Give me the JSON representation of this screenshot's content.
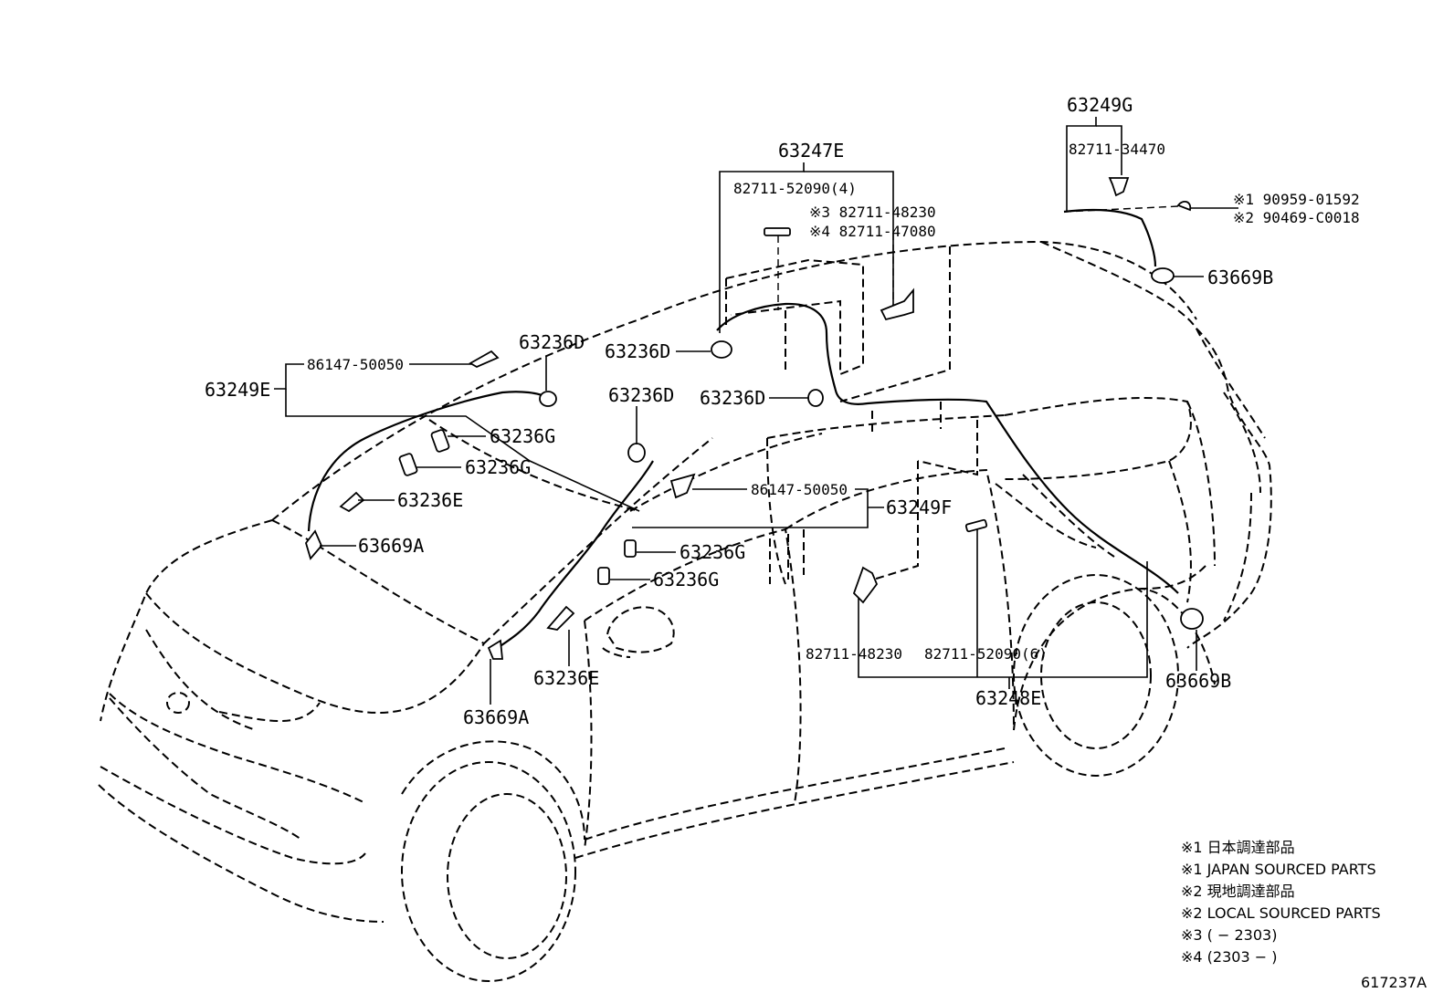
{
  "diagram_id": "617237A",
  "groups": {
    "g_63247E": "63247E",
    "g_63249G": "63249G",
    "g_63249E": "63249E",
    "g_63249F": "63249F",
    "g_63248E": "63248E"
  },
  "parts": {
    "p_82711_52090_4": "82711-52090(4)",
    "p_82711_48230_note3": "※3 82711-48230",
    "p_82711_47080_note4": "※4 82711-47080",
    "p_82711_34470": "82711-34470",
    "p_90959_01592": "※1 90959-01592",
    "p_90469_C0018": "※2 90469-C0018",
    "p_63669B_top": "63669B",
    "p_63236D_1": "63236D",
    "p_63236D_2": "63236D",
    "p_63236D_3": "63236D",
    "p_63236D_4": "63236D",
    "p_86147_50050_left": "86147-50050",
    "p_86147_50050_mid": "86147-50050",
    "p_63236G_1": "63236G",
    "p_63236G_2": "63236G",
    "p_63236G_3": "63236G",
    "p_63236G_4": "63236G",
    "p_63236E_1": "63236E",
    "p_63236E_2": "63236E",
    "p_63669A_1": "63669A",
    "p_63669A_2": "63669A",
    "p_82711_48230_bottom": "82711-48230",
    "p_82711_52090_6": "82711-52090(6)",
    "p_63669B_bottom": "63669B"
  },
  "notes": [
    "※1 日本調達部品",
    "※1 JAPAN SOURCED PARTS",
    "※2 現地調達部品",
    "※2 LOCAL SOURCED PARTS",
    "※3 (      − 2303)",
    "※4 (2303 −      )"
  ],
  "colors": {
    "ink": "#000000",
    "background": "#ffffff"
  }
}
